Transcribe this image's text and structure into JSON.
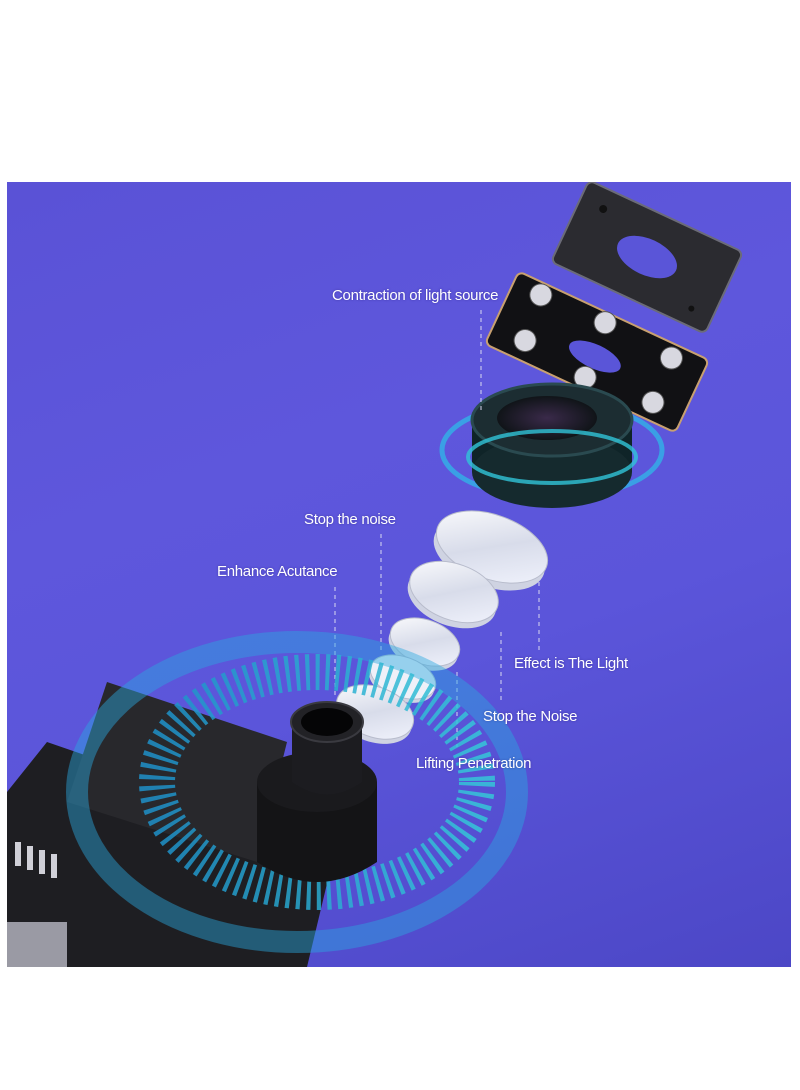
{
  "image": {
    "description": "Exploded view of a camera lens module with labeled optical layers",
    "background_color": "#5a55d8",
    "accent_color": "#2fb8d8"
  },
  "labels": {
    "contraction": "Contraction of light source",
    "stop_noise_top": "Stop the noise",
    "enhance": "Enhance Acutance",
    "effect_light": "Effect is The Light",
    "stop_noise_bottom": "Stop the Noise",
    "lifting": "Lifting Penetration"
  }
}
